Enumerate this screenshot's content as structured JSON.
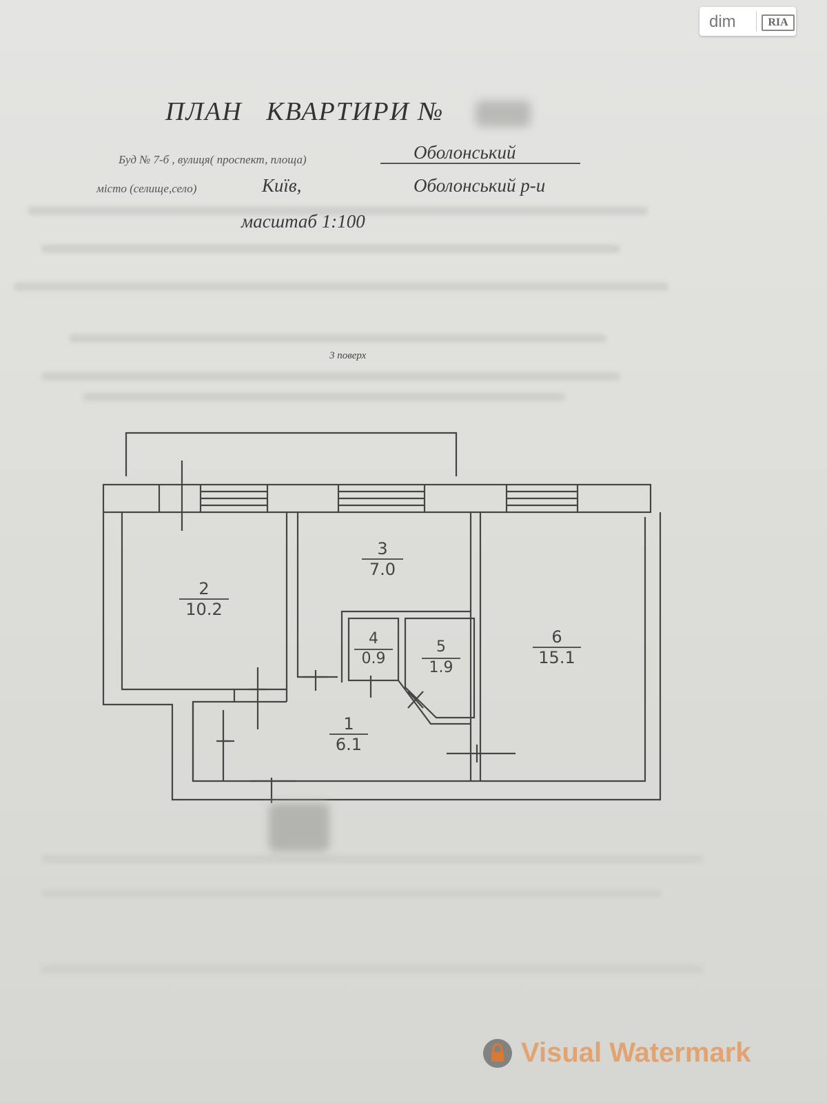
{
  "badge": {
    "dim": "dim",
    "ria": "RIA"
  },
  "header": {
    "title": "ПЛАН   КВАРТИРИ №",
    "bud_label": "Буд № 7-б , вулиця( проспект, площа)",
    "street": "Оболонський",
    "city_label": "місто (селище,село)",
    "city": "Київ,",
    "district": "Оболонський р-и",
    "scale": "масштаб 1:100"
  },
  "floor": "3 поверх",
  "rooms": [
    {
      "number": "1",
      "area": "6.1"
    },
    {
      "number": "2",
      "area": "10.2"
    },
    {
      "number": "3",
      "area": "7.0"
    },
    {
      "number": "4",
      "area": "0.9"
    },
    {
      "number": "5",
      "area": "1.9"
    },
    {
      "number": "6",
      "area": "15.1"
    }
  ],
  "watermark": {
    "text": "Visual Watermark"
  },
  "colors": {
    "paper": "#e0e0dc",
    "ink": "#444444",
    "watermark": "#eb7823"
  }
}
